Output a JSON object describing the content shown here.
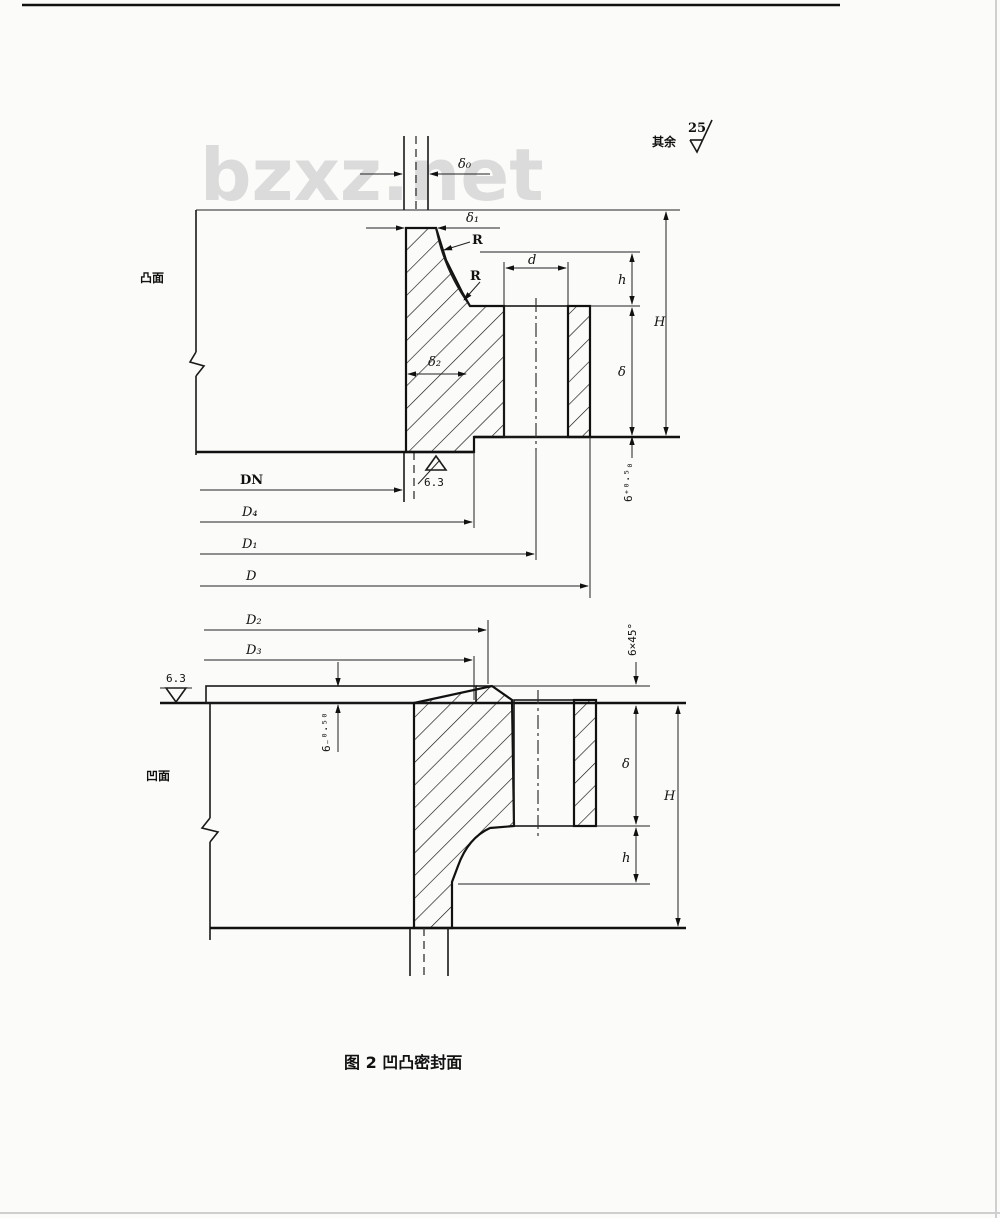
{
  "watermark": "bzxz.net",
  "roughness_note": {
    "prefix": "其余",
    "value": "25"
  },
  "caption": "图 2   凹凸密封面",
  "upper_view": {
    "side_label": "凸面",
    "labels": {
      "delta0": "δ₀",
      "delta1": "δ₁",
      "delta2": "δ₂",
      "R_upper": "R",
      "R_lower": "R",
      "d": "d",
      "h": "h",
      "H": "H",
      "delta": "δ",
      "roughness": "6.3",
      "tolerance": "6⁺⁰·⁵₀"
    },
    "dims": [
      "DN",
      "D₄",
      "D₁",
      "D"
    ]
  },
  "lower_view": {
    "side_label": "凹面",
    "labels": {
      "roughness": "6.3",
      "chamfer": "6×45°",
      "tolerance": "6₋⁰·⁵⁰",
      "delta": "δ",
      "H": "H",
      "h": "h"
    },
    "dims": [
      "D₂",
      "D₃"
    ]
  }
}
